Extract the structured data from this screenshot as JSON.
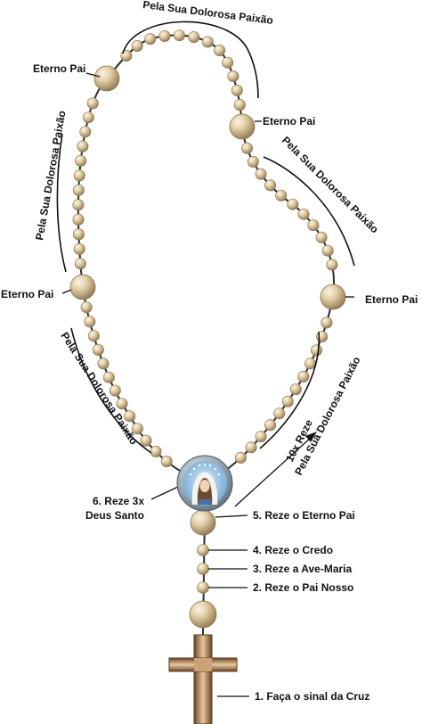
{
  "labels": {
    "eterno_pai": "Eterno Pai",
    "dolorosa": "Pela Sua Dolorosa Paixão",
    "reze10x_line1": "10x Reze",
    "reze10x_line2": "Pela Sua Dolorosa Paixão"
  },
  "steps": [
    {
      "text": "1. Faça o sinal da Cruz"
    },
    {
      "text": "2. Reze o Pai Nosso"
    },
    {
      "text": "3. Reze a Ave-Maria"
    },
    {
      "text": "4. Reze o Credo"
    },
    {
      "text": "5. Reze o Eterno Pai"
    }
  ],
  "step6": {
    "line1": "6. Reze 3x",
    "line2": "Deus Santo"
  },
  "colors": {
    "bead_light": "#f6ecd4",
    "bead_mid": "#d8c49a",
    "bead_dark": "#9c8258",
    "chain": "#2b2b2b",
    "cross_light": "#c79a68",
    "cross_dark": "#6b4424",
    "medal_ring": "#8a9aa8",
    "medal_bg": "#9cc4e4"
  }
}
